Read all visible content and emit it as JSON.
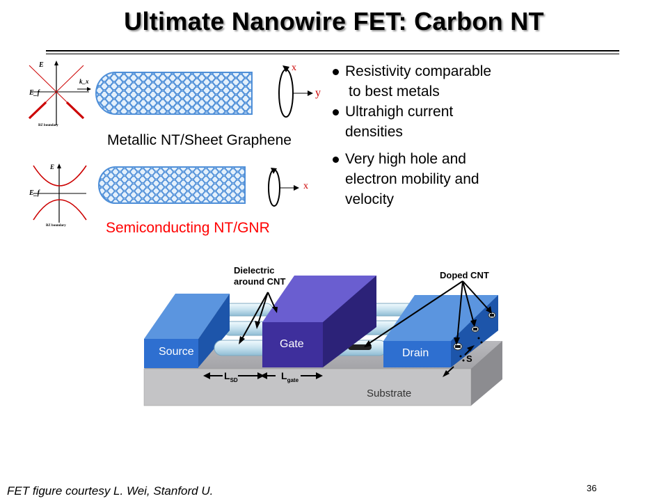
{
  "title": "Ultimate Nanowire FET: Carbon NT",
  "bullets": [
    {
      "lines": [
        "Resistivity comparable",
        "to best metals"
      ]
    },
    {
      "lines": [
        "Ultrahigh current",
        "densities"
      ]
    },
    {
      "lines": [
        "Very high hole and",
        "electron mobility and",
        "velocity"
      ]
    }
  ],
  "metallic": {
    "caption": "Metallic NT/Sheet Graphene",
    "axis_e": "E",
    "axis_ef": "E_f",
    "axis_k": "k_x",
    "bz_label": "BZ boundary",
    "rot_x": "x",
    "rot_y": "y"
  },
  "semiconducting": {
    "caption": "Semiconducting NT/GNR",
    "axis_e": "E",
    "axis_ef": "E_f",
    "bz_label": "BZ boundary",
    "rot_x": "x"
  },
  "fet": {
    "dielectric_label_1": "Dielectric",
    "dielectric_label_2": "around CNT",
    "doped_label": "Doped CNT",
    "source": "Source",
    "gate": "Gate",
    "drain": "Drain",
    "substrate": "Substrate",
    "lsd_main": "L",
    "lsd_sub": "SD",
    "lgate_main": "L",
    "lgate_sub": "gate",
    "s_label": "S"
  },
  "colors": {
    "tube": "#4f8fd8",
    "metallic_band": "#cc0000",
    "semi_caption": "#ff0000",
    "electrode_blue": "#2e6fd0",
    "gate_purple": "#3e2f9c"
  },
  "footer": "FET figure courtesy L. Wei, Stanford U.",
  "slide_number": "36"
}
